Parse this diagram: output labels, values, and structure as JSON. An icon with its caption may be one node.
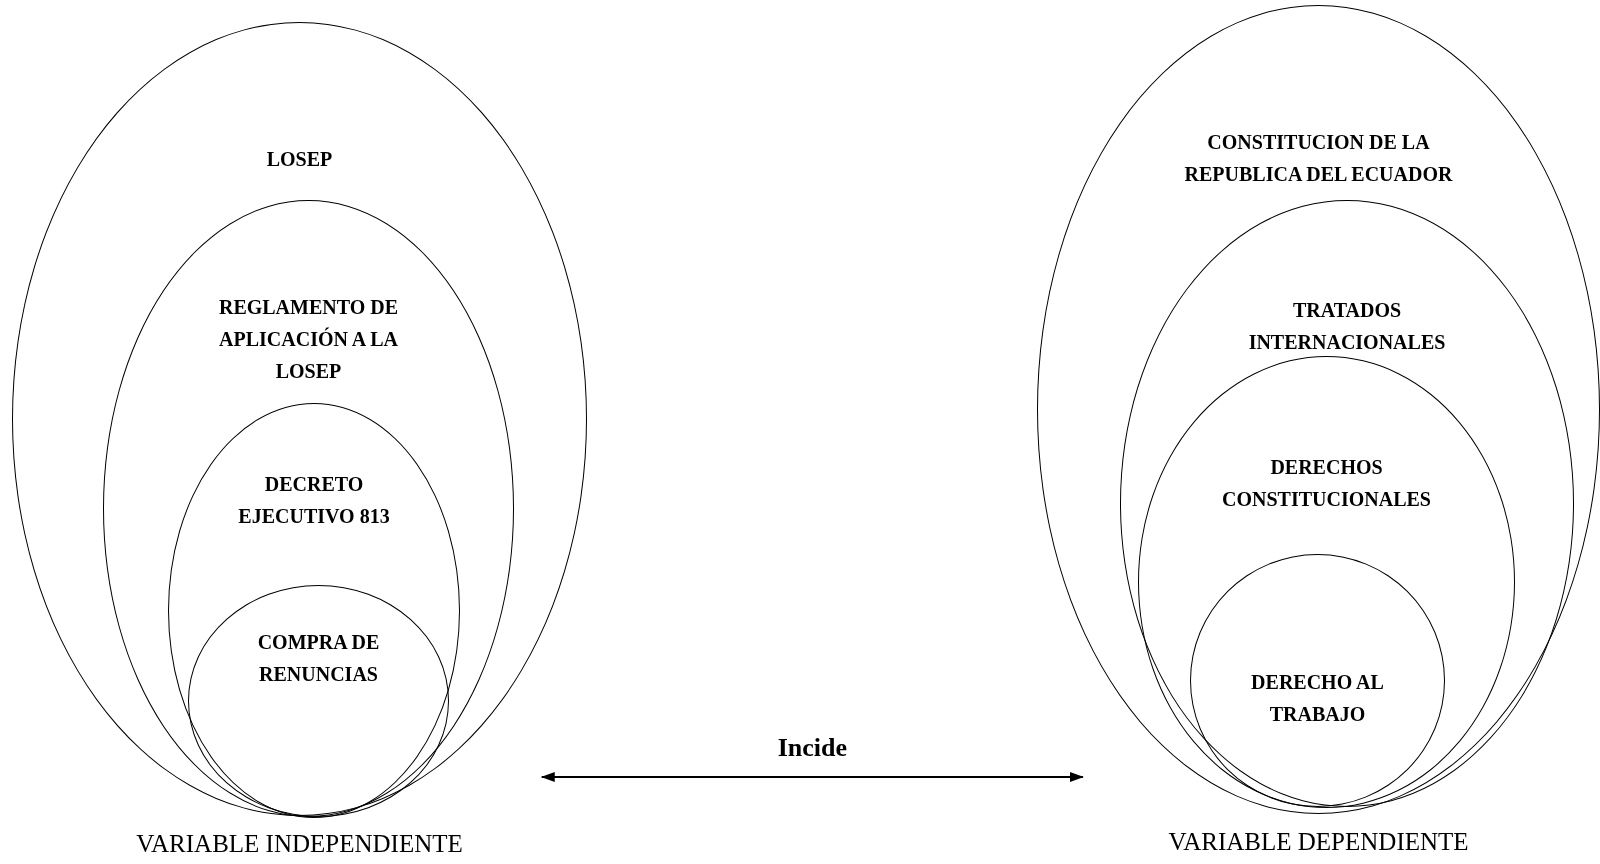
{
  "diagram": {
    "nodes": [
      {
        "text": [
          "LOSEP"
        ],
        "beside": [
          "VARIABLE INDEPENDIENTE"
        ]
      },
      {
        "text": [
          "REGLAMENTO DE APLICACIÓN A LA LOSEP"
        ],
        "in": 0
      },
      {
        "text": [
          "DECRETO EJECUTIVO 813"
        ],
        "in": 1
      },
      {
        "text": [
          "COMPRA DE RENUNCIAS"
        ],
        "in": 2
      },
      {
        "text": [
          "CONSTITUCION DE LA REPUBLICA DEL ECUADOR"
        ],
        "beside": [
          "VARIABLE DEPENDIENTE"
        ]
      },
      {
        "text": [
          "TRATADOS INTERNACIONALES"
        ],
        "in": 4
      },
      {
        "text": [
          "DERECHOS CONSTITUCIONALES"
        ],
        "in": 5
      },
      {
        "text": [
          "DERECHO AL TRABAJO"
        ],
        "in": 6
      }
    ],
    "edges": [
      {
        "from": 0,
        "to": 4,
        "arrow": "both",
        "label": "Incide"
      }
    ]
  }
}
